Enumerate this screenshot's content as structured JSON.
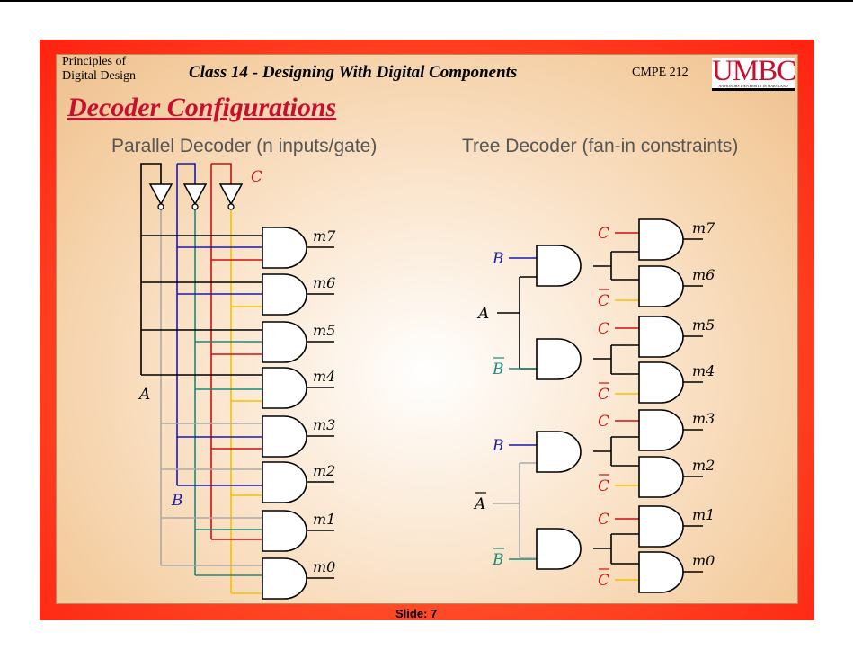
{
  "header": {
    "course_name_line1": "Principles of",
    "course_name_line2": "Digital Design",
    "lecture_title": "Class 14 - Designing With Digital Components",
    "course_code": "CMPE 212",
    "logo_text": "UMBC",
    "logo_tagline": "AN HONORS UNIVERSITY IN MARYLAND"
  },
  "slide_title": "Decoder Configurations",
  "parallel": {
    "subtitle": "Parallel Decoder (n inputs/gate)",
    "inputs": {
      "a": "A",
      "b": "B",
      "c": "C"
    },
    "outputs": [
      "m7",
      "m6",
      "m5",
      "m4",
      "m3",
      "m2",
      "m1",
      "m0"
    ]
  },
  "tree": {
    "subtitle": "Tree Decoder (fan-in constraints)",
    "labels": {
      "a": "A",
      "a_bar": "A",
      "b": "B",
      "b_bar": "B",
      "c": "C",
      "c_bar": "C"
    },
    "outputs": [
      "m7",
      "m6",
      "m5",
      "m4",
      "m3",
      "m2",
      "m1",
      "m0"
    ]
  },
  "colors": {
    "a": "#000000",
    "a_bar": "#aaaaaa",
    "b": "#1a1aaa",
    "b_bar": "#1a8a7a",
    "c": "#cc1111",
    "c_bar": "#f2c200"
  },
  "footer": {
    "slide_label": "Slide: 7"
  }
}
